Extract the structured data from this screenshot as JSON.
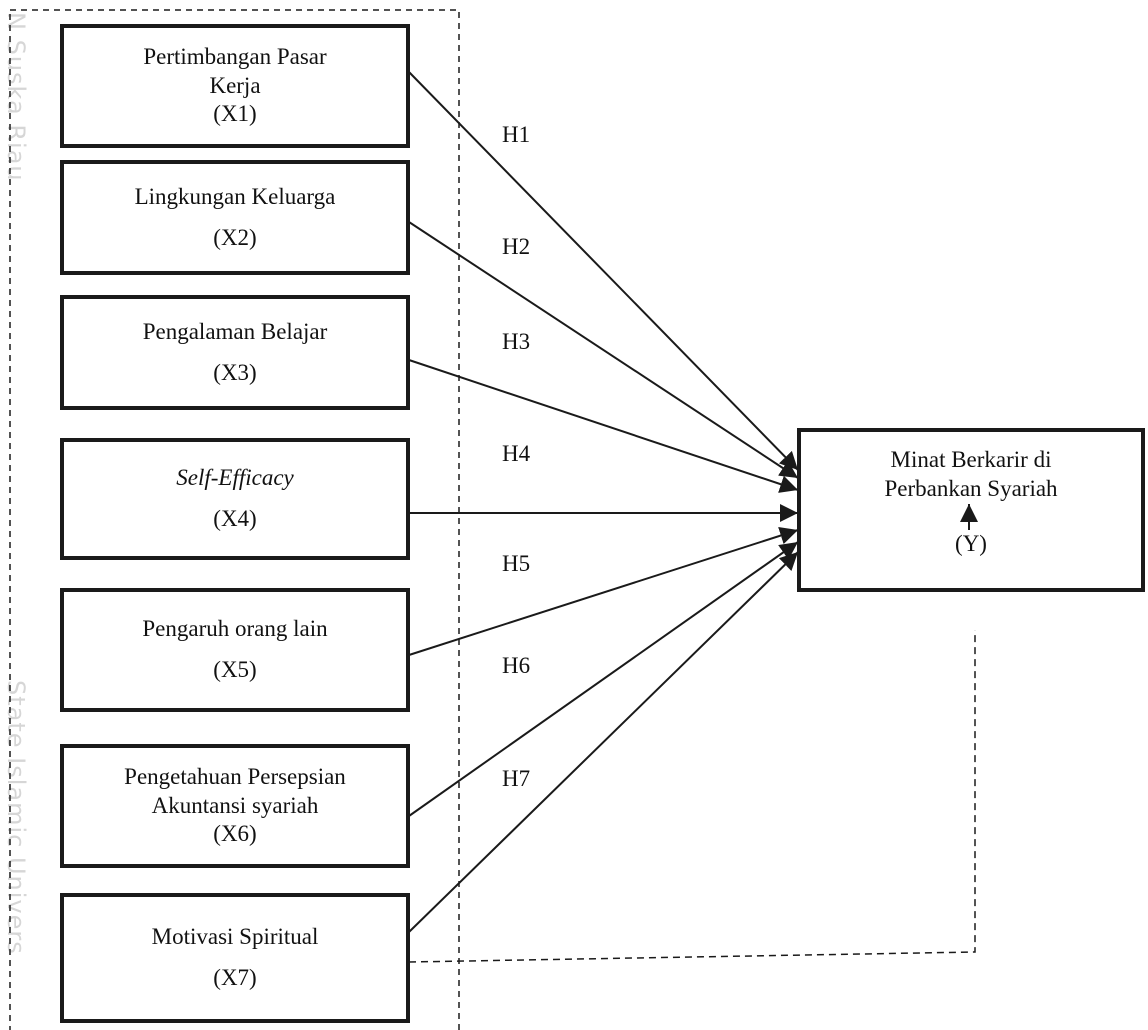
{
  "watermark": {
    "side_text_top": "N Suska Riau",
    "side_text_bottom": "State Islamic Univers"
  },
  "independent_variables": [
    {
      "name_lines": [
        "Pertimbangan Pasar",
        "Kerja"
      ],
      "code": "(X1)"
    },
    {
      "name_lines": [
        "Lingkungan Keluarga"
      ],
      "code": "(X2)"
    },
    {
      "name_lines": [
        "Pengalaman Belajar"
      ],
      "code": "(X3)"
    },
    {
      "name_lines": [
        "Self-Efficacy"
      ],
      "code": "(X4)",
      "italic": true
    },
    {
      "name_lines": [
        "Pengaruh orang lain"
      ],
      "code": "(X5)"
    },
    {
      "name_lines": [
        "Pengetahuan Persepsian",
        "Akuntansi syariah"
      ],
      "code": "(X6)"
    },
    {
      "name_lines": [
        "Motivasi Spiritual"
      ],
      "code": "(X7)"
    }
  ],
  "dependent_variable": {
    "name_lines": [
      "Minat Berkarir di",
      "Perbankan Syariah"
    ],
    "code": "(Y)"
  },
  "hypotheses": [
    "H1",
    "H2",
    "H3",
    "H4",
    "H5",
    "H6",
    "H7"
  ],
  "colors": {
    "stroke": "#1a1a1a",
    "text": "#111111",
    "watermark": "#d6d6d6"
  }
}
